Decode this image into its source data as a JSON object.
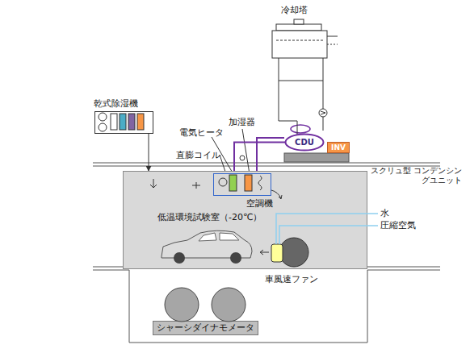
{
  "diagram": {
    "nodes": [
      {
        "text": [
          "冷却塔"
        ]
      },
      {
        "text": [
          "乾式除湿機"
        ]
      },
      {
        "text": [
          "CDU"
        ]
      },
      {
        "text": [
          "INV"
        ]
      },
      {
        "text": [
          "低温環境試験室（-20℃）"
        ]
      },
      {
        "text": [
          "空調機"
        ],
        "in": 4
      },
      {
        "text": [
          "シャーシダイナモメータ"
        ]
      }
    ],
    "edges": [
      {
        "from": 1,
        "to": 4,
        "arrow": "to"
      },
      {
        "from": 0,
        "to": 2,
        "arrow": "none"
      },
      {
        "from": 2,
        "to": 5,
        "arrow": "none"
      }
    ],
    "labels": [
      "電気ヒータ",
      "加湿器",
      "直膨コイル",
      "スクリュ型 コンデンシングユニット",
      "水",
      "圧縮空気",
      "車風速ファン"
    ]
  }
}
